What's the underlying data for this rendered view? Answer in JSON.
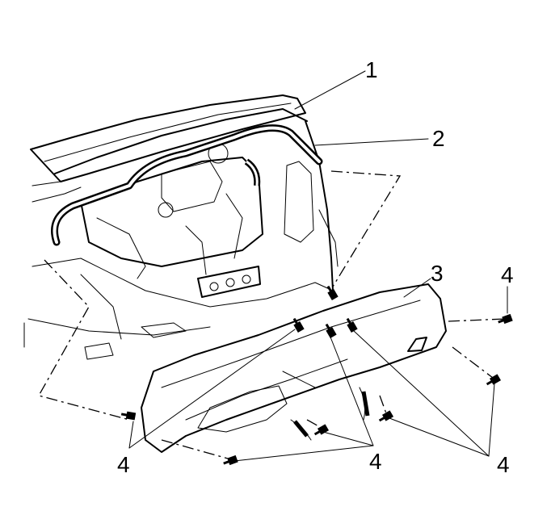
{
  "callouts": [
    {
      "id": "1",
      "label": "1"
    },
    {
      "id": "2",
      "label": "2"
    },
    {
      "id": "3",
      "label": "3"
    },
    {
      "id": "4a",
      "label": "4"
    },
    {
      "id": "4b",
      "label": "4"
    },
    {
      "id": "4c",
      "label": "4"
    },
    {
      "id": "4d",
      "label": "4"
    }
  ],
  "colors": {
    "line": "#000000",
    "background": "#ffffff"
  }
}
